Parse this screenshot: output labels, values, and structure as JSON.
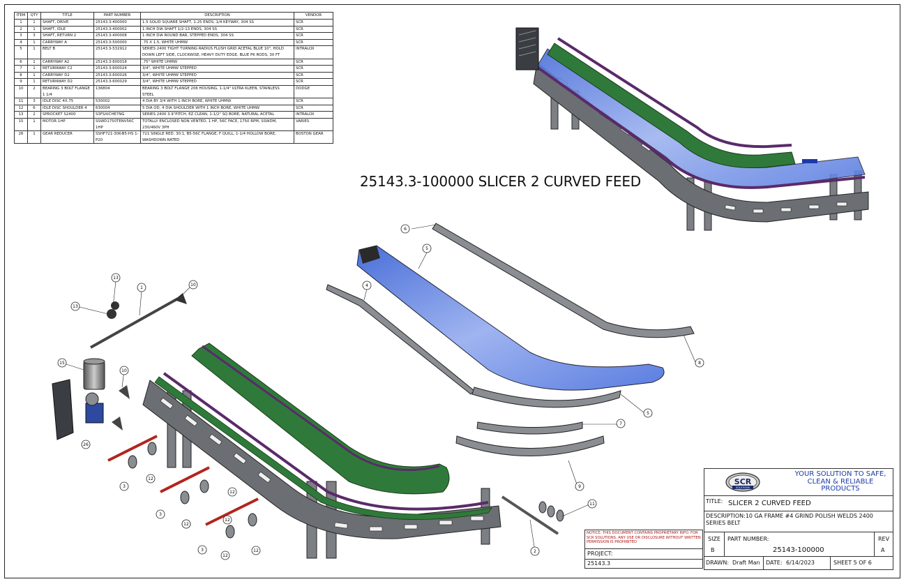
{
  "bom": {
    "headers": [
      "ITEM",
      "QTY",
      "TITLE",
      "PART NUMBER",
      "DESCRIPTION",
      "VENDOR"
    ],
    "rows": [
      [
        "1",
        "1",
        "SHAFT, DRIVE",
        "25143.3-400000",
        "1.5 SOLID SQUARE SHAFT, 1.25 ENDS, 1/4 KEYWAY, 304 SS",
        "SCR"
      ],
      [
        "2",
        "1",
        "SHAFT, IDLE",
        "25143.3-400002",
        "1 INCH DIA SHAFT 1/2-13 ENDS, 304 SS",
        "SCR"
      ],
      [
        "3",
        "3",
        "SHAFT, RETURN 2",
        "25143.3-400008",
        "1 INCH DIA ROUND BAR, STEPPED ENDS, 304 SS",
        "SCR"
      ],
      [
        "4",
        "1",
        "CARRYWAY A",
        "25143.3-500000",
        ".75 X 1.5, WHITE UHMW",
        "SCR"
      ],
      [
        "5",
        "1",
        "BELT B",
        "25143.3-532912",
        "SERIES 2400 TIGHT TURNING RADIUS FLUSH GRID ACETAL BLUE 10\", HOLD DOWN LEFT SIDE, CLOCKWISE, HEAVY DUTY EDGE, BLUE PK RODS, 30 FT",
        "INTRALOX"
      ],
      [
        "6",
        "1",
        "CARRYWAY A2",
        "25143.3-600018",
        ".75\" WHITE UHMW",
        "SCR"
      ],
      [
        "7",
        "1",
        "RETURNWAY C2",
        "25143.3-600024",
        "3/4\", WHITE UHMW STEPPED",
        "SCR"
      ],
      [
        "8",
        "1",
        "CARRYWAY D2",
        "25143.3-600026",
        "3/4\", WHITE UHMW STEPPED",
        "SCR"
      ],
      [
        "9",
        "1",
        "RETURNWAY D2",
        "25143.3-600029",
        "3/4\", WHITE UHMW STEPPED",
        "SCR"
      ],
      [
        "10",
        "2",
        "BEARING 3 BOLT FLANGE 1 1/4",
        "136804",
        "BEARING 3 BOLT FLANGE 206 HOUSING, 1-1/4\" ULTRA KLEEN, STAINLESS STEEL",
        "DODGE"
      ],
      [
        "11",
        "3",
        "IDLE DISC 4X.75",
        "530002",
        "4 DIA BY 3/4 WITH 1 INCH BORE, WHITE UHMW",
        "SCR"
      ],
      [
        "12",
        "6",
        "IDLE DISC SHOULDER 4",
        "630004",
        "5 DIA OD, 4 DIA SHOULDER WITH 1 INCH BORE, WHITE UHMW",
        "SCR"
      ],
      [
        "13",
        "2",
        "SPROCKET S2400",
        "S3FSXICHE7NG",
        "SERIES 2400 3.9\"PITCH, EZ CLEAN, 1-1/2\" SQ BORE, NATURAL ACETAL",
        "INTRALOX"
      ],
      [
        "15",
        "1",
        "MOTOR 1HP",
        "SSWD1750TENV56C 1HP",
        "TOTALLY ENCLOSED NON VENTED, 1 HP, 56C FACE, 1750 RPM, SSWDM, 230/460V 3PH",
        "VARIES"
      ],
      [
        "26",
        "1",
        "GEAR REDUCER",
        "SSHF721-30K-B5-HS 1-P20",
        "721 SINGLE RED. 30:1, B5-56C FLANGE, F QUILL, 1-1/4 HOLLOW BORE, WASHDOWN RATED",
        "BOSTON GEAR"
      ]
    ]
  },
  "drawing_title": "25143.3-100000 SLICER 2 CURVED FEED",
  "balloons": [
    "6",
    "5",
    "4",
    "13",
    "1",
    "10",
    "13",
    "15",
    "10",
    "26",
    "8",
    "5",
    "7",
    "9",
    "12",
    "3",
    "12",
    "12",
    "3",
    "12",
    "12",
    "3",
    "12",
    "12",
    "11",
    "2"
  ],
  "notice": {
    "text": "NOTICE: THIS DOCUMENT CONTAINS PROPRIETARY INFO. FOR SCR SOLUTIONS. ANY USE OR DISCLOSURE WITHOUT WRITTEN PERMISSION IS PROHIBITED",
    "project_label": "PROJECT:",
    "project_value": "25143.3"
  },
  "title_block": {
    "logo_text": "SCR",
    "logo_subtext": "SOLUTIONS",
    "tagline": "YOUR SOLUTION TO SAFE, CLEAN & RELIABLE PRODUCTS",
    "title_label": "TITLE:",
    "title_value": "SLICER 2 CURVED FEED",
    "description_label": "DESCRIPTION:",
    "description_value": "10 GA FRAME #4 GRIND POLISH WELDS 2400 SERIES BELT",
    "size_label": "SIZE",
    "size_value": "B",
    "part_number_label": "PART NUMBER:",
    "part_number_value": "25143-100000",
    "rev_label": "REV",
    "rev_value": "A",
    "drawn_label": "DRAWN:",
    "drawn_value": "Draft Man",
    "date_label": "DATE:",
    "date_value": "6/14/2023",
    "sheet_label": "SHEET 5  OF 6"
  },
  "colors": {
    "belt_blue": "#6f8fe6",
    "belt_green": "#2f7a3a",
    "rail_purple": "#5a2a6a",
    "frame_gray": "#6b6e73",
    "shaft_red": "#b0261e",
    "tagline_blue": "#1a3aa8",
    "notice_red": "#b01010"
  }
}
